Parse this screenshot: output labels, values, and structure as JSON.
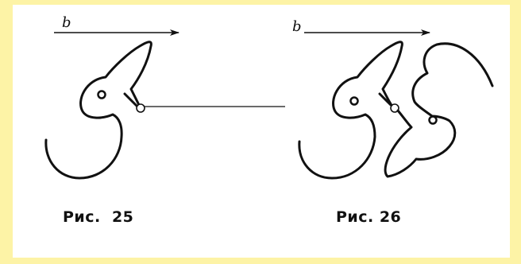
{
  "figures": [
    {
      "id": "fig25",
      "vector_label": "b",
      "caption": "Рис.  25"
    },
    {
      "id": "fig26",
      "vector_label": "b",
      "caption": "Рис. 26"
    }
  ],
  "colors": {
    "page_background": "#fdf3a6",
    "paper": "#ffffff",
    "ink": "#111111"
  }
}
